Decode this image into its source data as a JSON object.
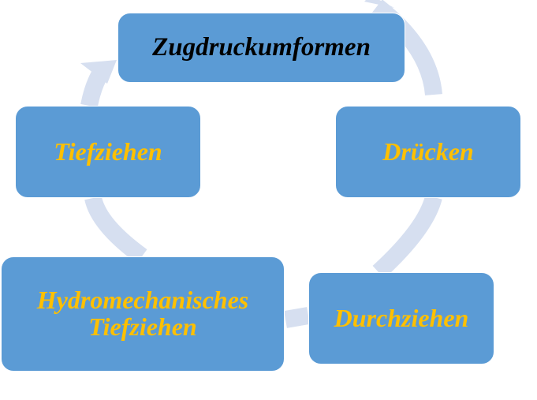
{
  "colors": {
    "node_fill": "#5b9bd5",
    "node_border": "#ffffff",
    "arrow": "#d6dff0",
    "title_text": "#000000",
    "node_text": "#ffc000"
  },
  "diagram": {
    "type": "cycle",
    "nodes": [
      {
        "id": "top",
        "label": "Zugdruckumformen"
      },
      {
        "id": "right",
        "label": "Drücken"
      },
      {
        "id": "bottom-right",
        "label": "Durchziehen"
      },
      {
        "id": "bottom-left",
        "label": "Hydromechanisches\nTiefziehen"
      },
      {
        "id": "left",
        "label": "Tiefziehen"
      }
    ]
  }
}
